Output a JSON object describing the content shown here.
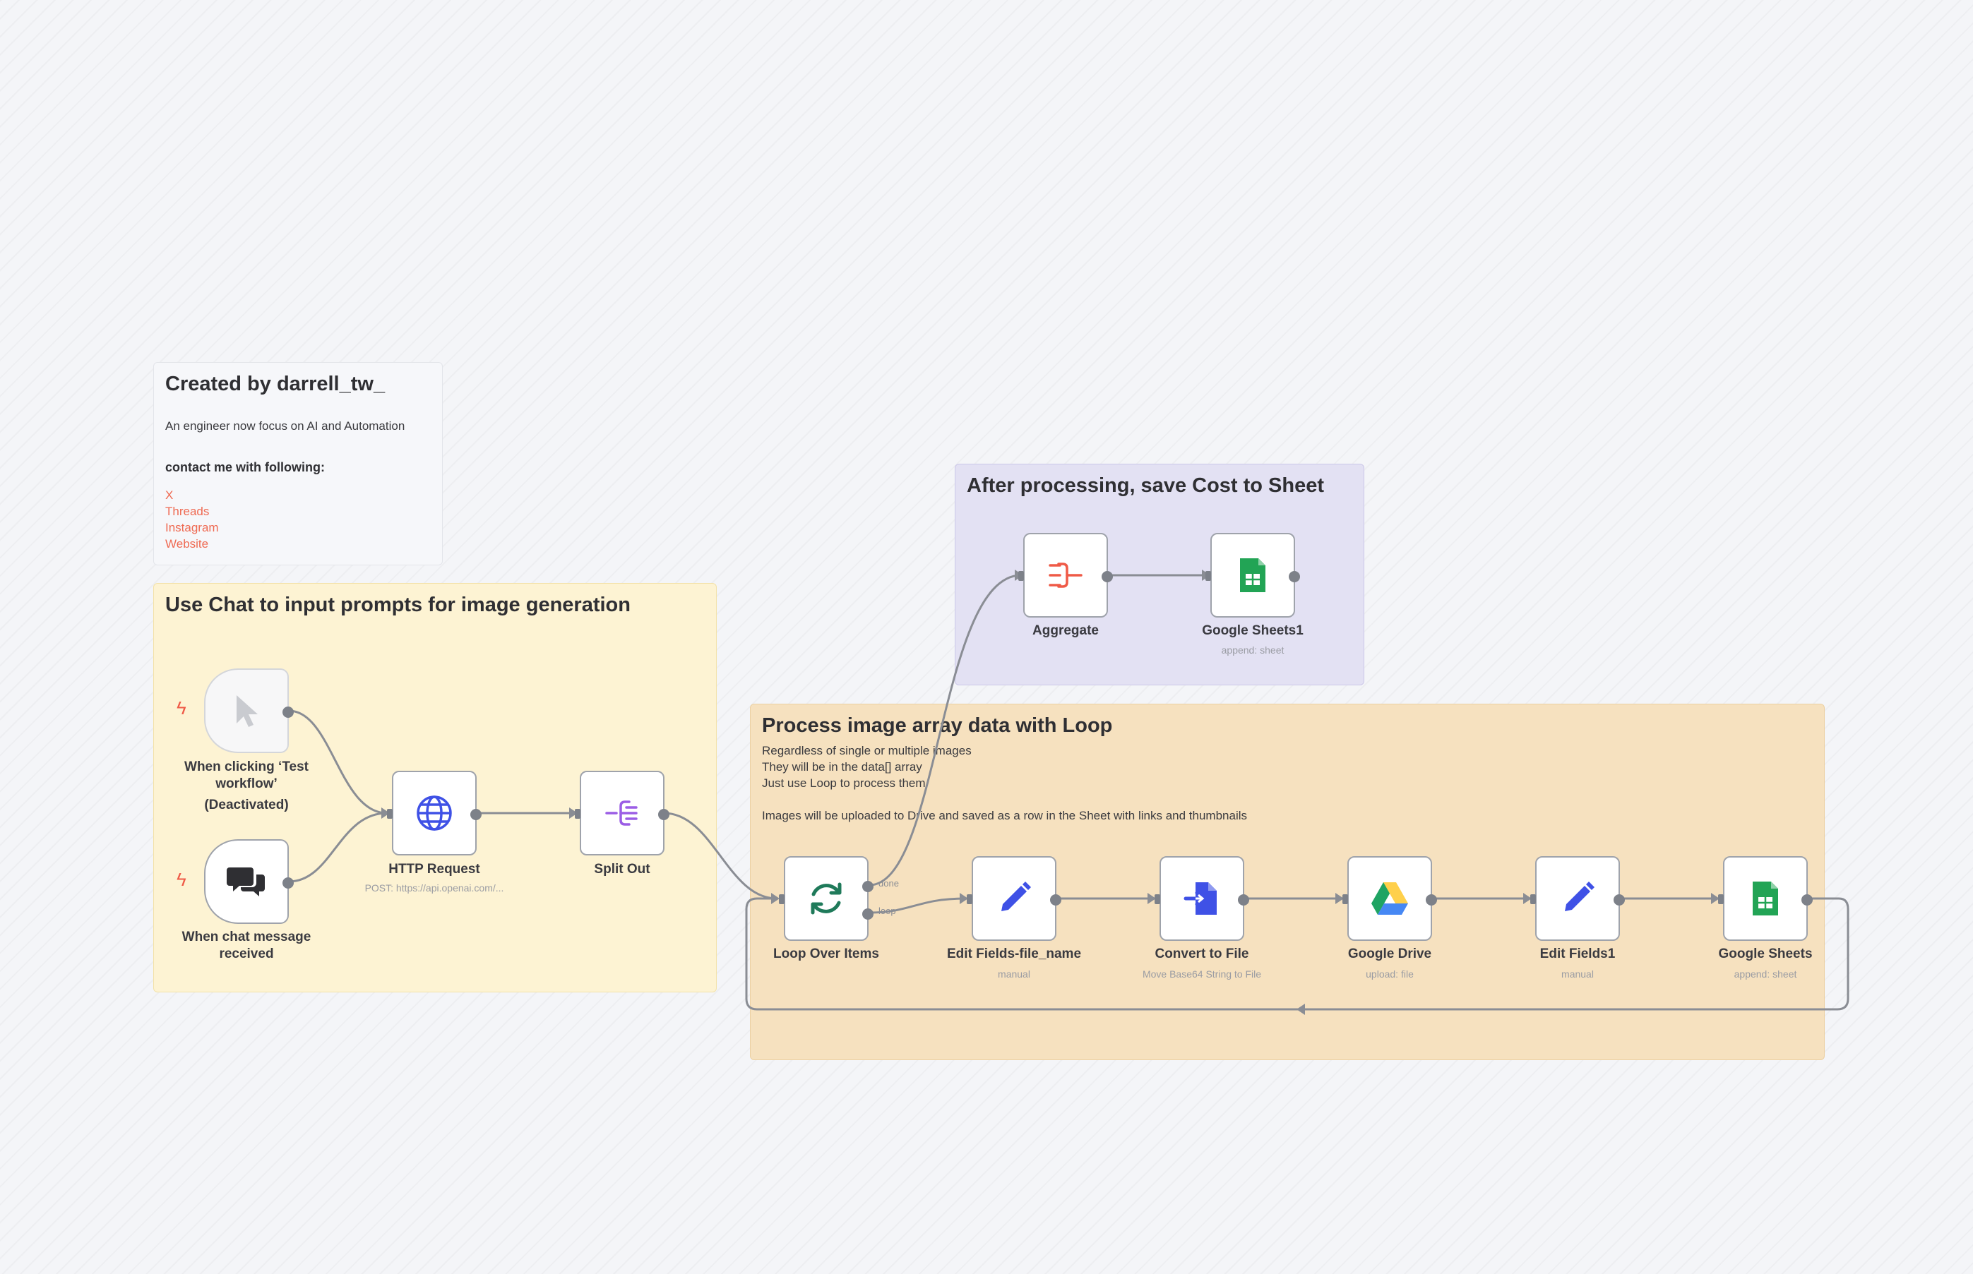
{
  "stickies": {
    "credit": {
      "title": "Created by darrell_tw_",
      "subtitle": "An engineer now focus on AI and Automation",
      "contact_heading": "contact me with following:",
      "links": [
        "X",
        "Threads",
        "Instagram",
        "Website"
      ]
    },
    "chat_group": {
      "title": "Use Chat to input prompts for image generation"
    },
    "after_group": {
      "title": "After processing, save Cost to Sheet"
    },
    "loop_group": {
      "title": "Process image array data with Loop",
      "body": "Regardless of single or multiple images\nThey will be in the data[] array\nJust use Loop to process them\n\nImages will be uploaded to Drive and saved as a row in the Sheet with links and thumbnails"
    }
  },
  "nodes": {
    "manual_trigger": {
      "label": "When clicking ‘Test workflow’",
      "status": "(Deactivated)",
      "icon": "cursor-icon"
    },
    "chat_trigger": {
      "label": "When chat message received",
      "icon": "chat-bubbles-icon"
    },
    "http_request": {
      "label": "HTTP Request",
      "subtitle": "POST: https://api.openai.com/...",
      "icon": "globe-icon"
    },
    "split_out": {
      "label": "Split Out",
      "icon": "split-out-icon"
    },
    "loop_over_items": {
      "label": "Loop Over Items",
      "icon": "loop-arrows-icon",
      "outputs": [
        "done",
        "loop"
      ]
    },
    "edit_fields_file_name": {
      "label": "Edit Fields-file_name",
      "subtitle": "manual",
      "icon": "pencil-icon"
    },
    "convert_to_file": {
      "label": "Convert to File",
      "subtitle": "Move Base64 String to File",
      "icon": "file-convert-icon"
    },
    "google_drive": {
      "label": "Google Drive",
      "subtitle": "upload: file",
      "icon": "google-drive-icon"
    },
    "edit_fields1": {
      "label": "Edit Fields1",
      "subtitle": "manual",
      "icon": "pencil-icon"
    },
    "google_sheets": {
      "label": "Google Sheets",
      "subtitle": "append: sheet",
      "icon": "google-sheets-icon"
    },
    "aggregate": {
      "label": "Aggregate",
      "icon": "aggregate-icon"
    },
    "google_sheets1": {
      "label": "Google Sheets1",
      "subtitle": "append: sheet",
      "icon": "google-sheets-icon"
    }
  },
  "colors": {
    "trigger_bolt": "#ef5a47",
    "link": "#ef6a52",
    "wire": "#8a8d94",
    "icon_blue": "#3f51e6",
    "icon_purple": "#9b5de5",
    "icon_green": "#1f7a5a",
    "sheets_green": "#22a455"
  }
}
